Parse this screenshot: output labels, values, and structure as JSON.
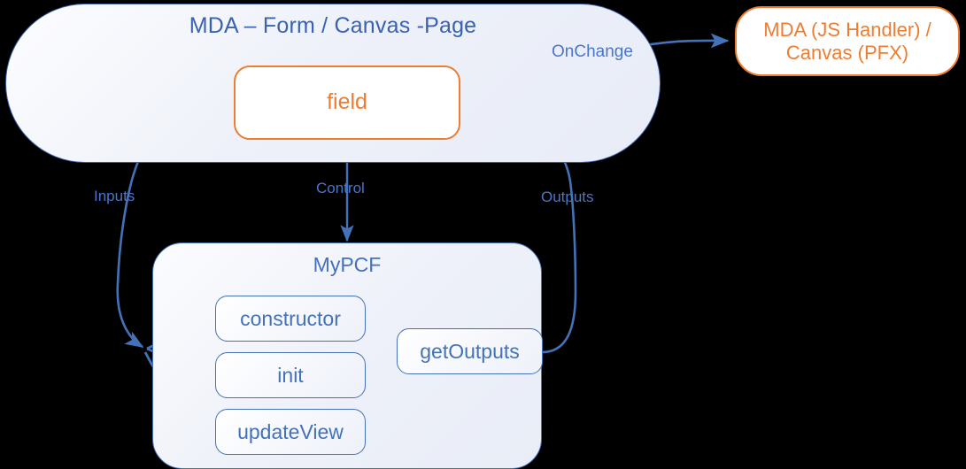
{
  "diagram": {
    "title": "PCF lifecycle and data flow diagram",
    "colors": {
      "blue_stroke": "#4472b8",
      "blue_text": "#4472b8",
      "title_blue": "#3a62b0",
      "label_blue": "#4a76c9",
      "orange": "#ED7D31",
      "background": "#000000",
      "panel_fill": "#eef1f9"
    }
  },
  "mda_container": {
    "title": "MDA – Form / Canvas -Page"
  },
  "field_box": {
    "label": "field"
  },
  "handler_box": {
    "line1": "MDA (JS Handler) /",
    "line2": "Canvas (PFX)"
  },
  "mypcf": {
    "title": "MyPCF",
    "methods": [
      {
        "label": "constructor"
      },
      {
        "label": "init"
      },
      {
        "label": "updateView"
      },
      {
        "label": "getOutputs"
      }
    ]
  },
  "edges": [
    {
      "label": "Inputs",
      "from": "MDA – Form / Canvas -Page",
      "to": "MyPCF methods"
    },
    {
      "label": "Control",
      "from": "field",
      "to": "MyPCF"
    },
    {
      "label": "Outputs",
      "from": "getOutputs",
      "to": "field"
    },
    {
      "label": "OnChange",
      "from": "field",
      "to": "MDA (JS Handler) / Canvas (PFX)"
    }
  ]
}
